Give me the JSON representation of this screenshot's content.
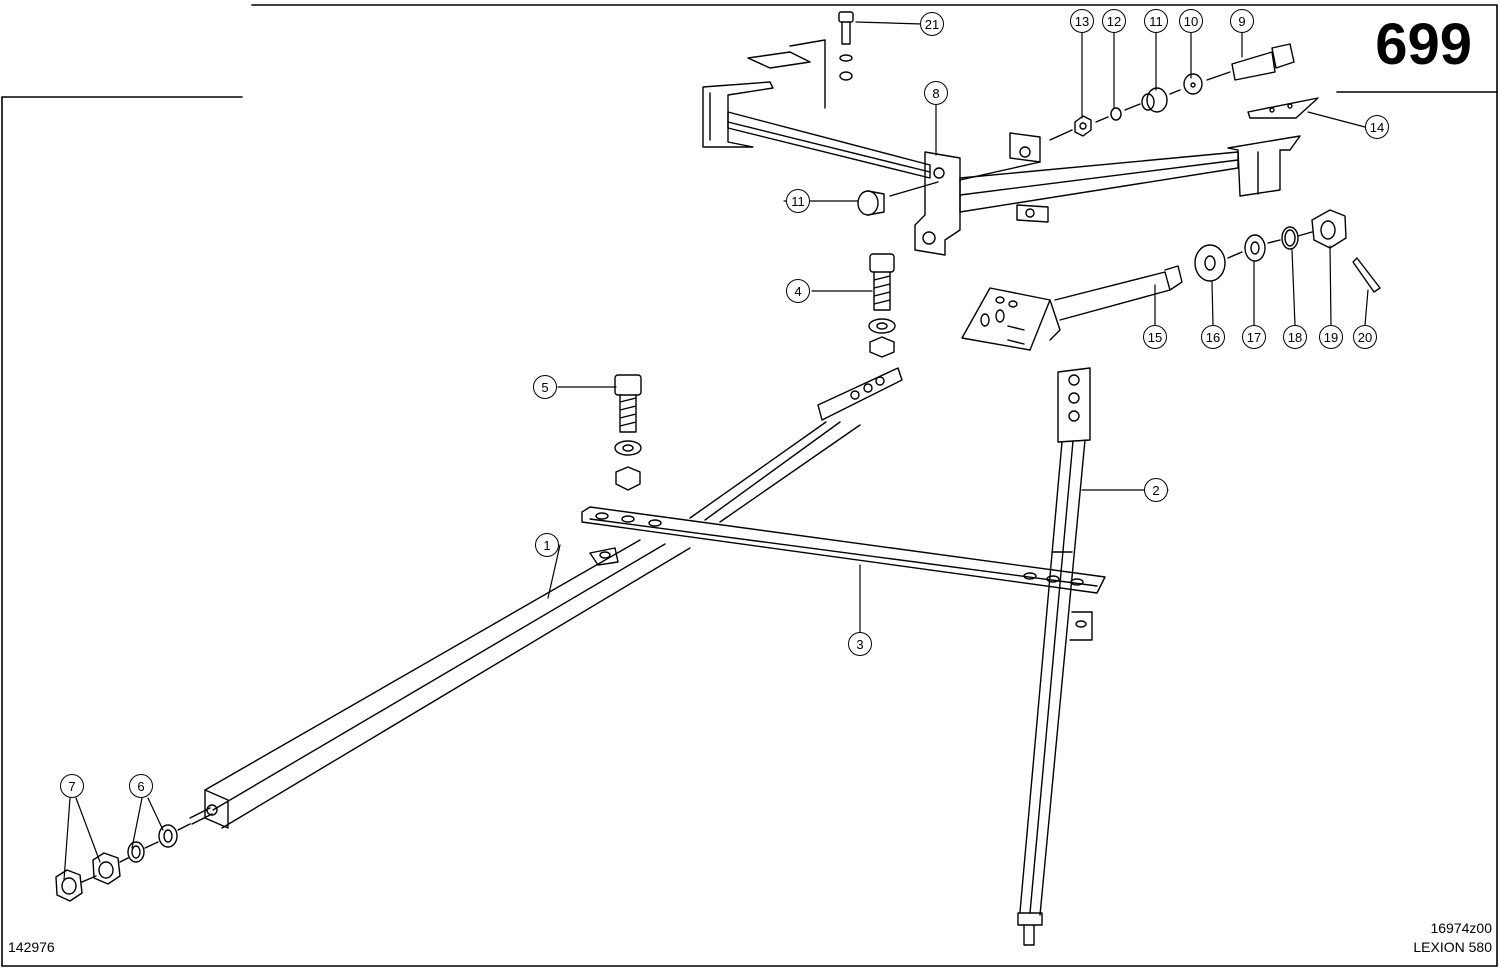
{
  "sheet": {
    "page_number": "699",
    "drawing_number": "142976",
    "image_code": "16974z00",
    "machine_model": "LEXION 580"
  },
  "callouts": {
    "c1": "1",
    "c2": "2",
    "c3": "3",
    "c4": "4",
    "c5": "5",
    "c6": "6",
    "c7": "7",
    "c8": "8",
    "c9": "9",
    "c10": "10",
    "c11a": "11",
    "c11b": "11",
    "c12": "12",
    "c13": "13",
    "c14": "14",
    "c15": "15",
    "c16": "16",
    "c17": "17",
    "c18": "18",
    "c19": "19",
    "c20": "20",
    "c21": "21"
  }
}
